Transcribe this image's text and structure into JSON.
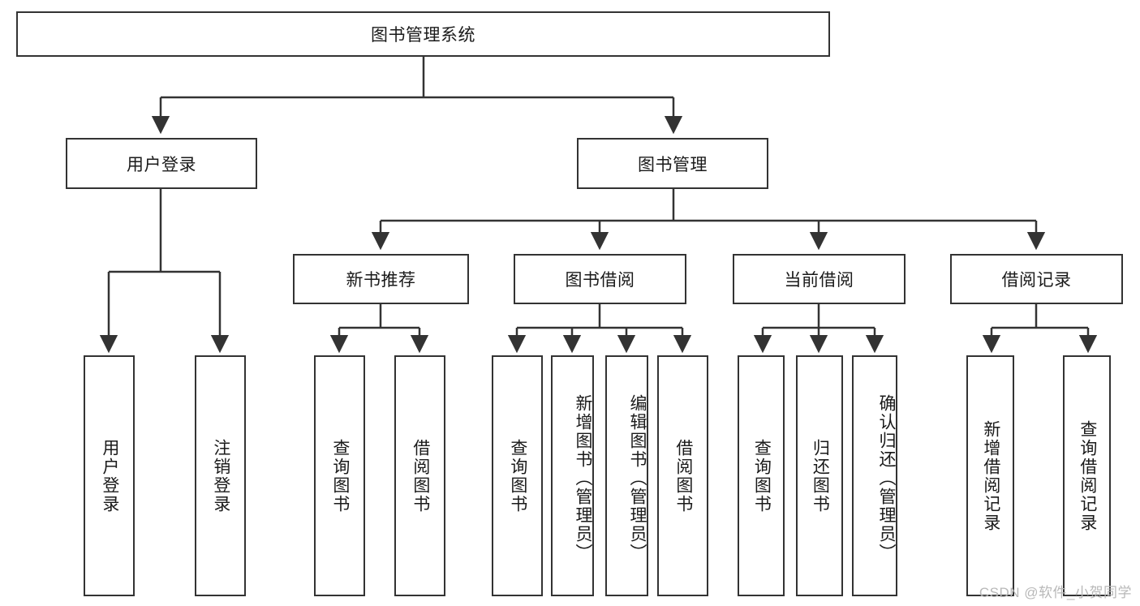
{
  "diagram": {
    "type": "tree-hierarchy-chart",
    "title": "图书管理系统",
    "colors": {
      "box_border": "#333333",
      "box_fill": "#ffffff",
      "connector": "#333333",
      "text": "#1a1a1a",
      "watermark": "#b8b8b8",
      "background": "#ffffff"
    },
    "root": {
      "label": "图书管理系统"
    },
    "level1": [
      {
        "label": "用户登录"
      },
      {
        "label": "图书管理"
      }
    ],
    "level2": [
      {
        "label": "新书推荐"
      },
      {
        "label": "图书借阅"
      },
      {
        "label": "当前借阅"
      },
      {
        "label": "借阅记录"
      }
    ],
    "leaves": {
      "user_login": [
        {
          "label": "用户登录"
        },
        {
          "label": "注销登录"
        }
      ],
      "new_book_recommend": [
        {
          "label": "查询图书"
        },
        {
          "label": "借阅图书"
        }
      ],
      "book_borrow": [
        {
          "label": "查询图书"
        },
        {
          "label": "新增图书（管理员）"
        },
        {
          "label": "编辑图书（管理员）"
        },
        {
          "label": "借阅图书"
        }
      ],
      "current_borrow": [
        {
          "label": "查询图书"
        },
        {
          "label": "归还图书"
        },
        {
          "label": "确认归还（管理员）"
        }
      ],
      "borrow_record": [
        {
          "label": "新增借阅记录"
        },
        {
          "label": "查询借阅记录"
        }
      ]
    }
  },
  "watermark": {
    "text": "CSDN @软件_小贺同学"
  }
}
